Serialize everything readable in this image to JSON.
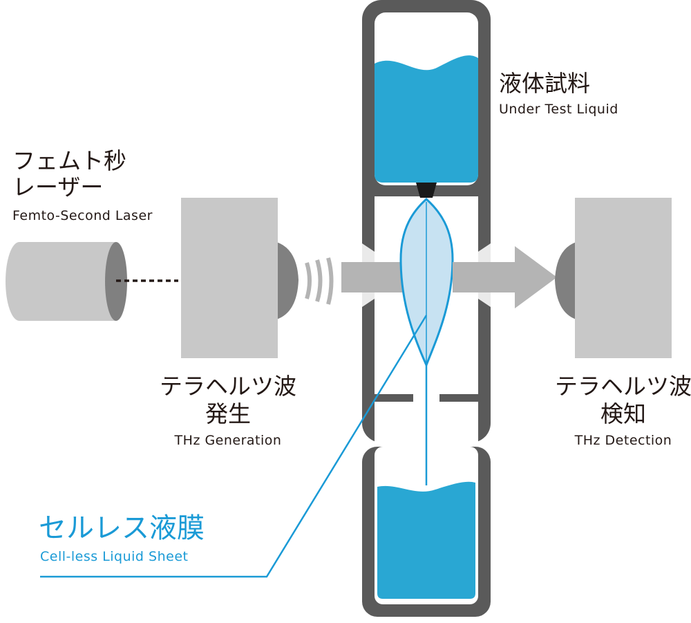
{
  "labels": {
    "liquid_sample": {
      "jp": "液体試料",
      "en": "Under Test Liquid"
    },
    "laser": {
      "jp_line1": "フェムト秒",
      "jp_line2": "レーザー",
      "en": "Femto-Second Laser"
    },
    "thz_generation": {
      "jp_line1": "テラヘルツ波",
      "jp_line2": "発生",
      "en": "THz Generation"
    },
    "thz_detection": {
      "jp_line1": "テラヘルツ波",
      "jp_line2": "検知",
      "en": "THz Detection"
    },
    "cellless_sheet": {
      "jp": "セルレス液膜",
      "en": "Cell-less Liquid Sheet"
    }
  },
  "colors": {
    "frame": "#5a5a5a",
    "liquid": "#29a7d3",
    "sheet_fill": "#c7e2f2",
    "sheet_stroke": "#1a9ad6",
    "device": "#c8c8c8",
    "device_dark": "#808080",
    "beam": "#b4b4b4",
    "nozzle": "#1a1a1a",
    "text": "#231815",
    "accent_text": "#1a9ad6"
  }
}
